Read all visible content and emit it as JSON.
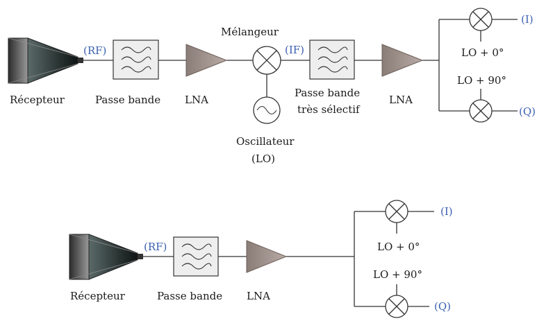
{
  "colors": {
    "signal_label": "#3a5fb0",
    "amplifier": "#a0918b",
    "text": "#1a1a1a"
  },
  "diagram_top": {
    "receiver": "Récepteur",
    "rf": "(RF)",
    "filter1": "Passe bande",
    "lna1": "LNA",
    "mixer": "Mélangeur",
    "if": "(IF)",
    "filter2_line1": "Passe bande",
    "filter2_line2": "très sélectif",
    "lna2": "LNA",
    "oscillator_line1": "Oscillateur",
    "oscillator_line2": "(LO)",
    "lo0": "LO + 0°",
    "lo90": "LO + 90°",
    "i_out": "(I)",
    "q_out": "(Q)"
  },
  "diagram_bottom": {
    "receiver": "Récepteur",
    "rf": "(RF)",
    "filter1": "Passe bande",
    "lna1": "LNA",
    "lo0": "LO + 0°",
    "lo90": "LO + 90°",
    "i_out": "(I)",
    "q_out": "(Q)"
  }
}
